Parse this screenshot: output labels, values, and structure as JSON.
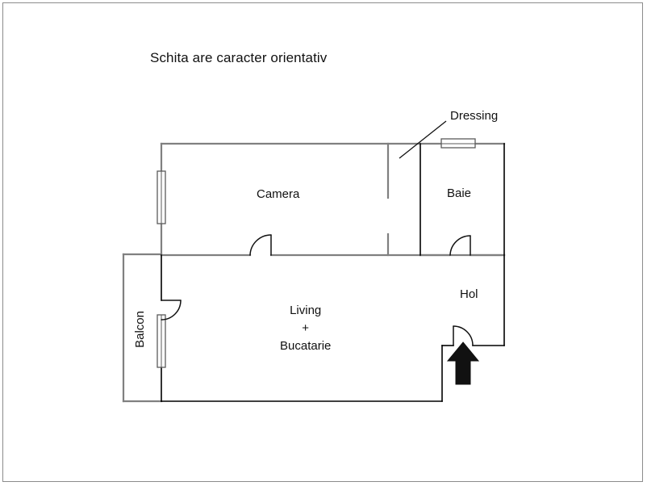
{
  "document": {
    "type": "floor-plan-sketch",
    "title": "Schita are caracter orientativ",
    "border_color": "#8c8c8c",
    "background_color": "#ffffff"
  },
  "rooms": [
    {
      "id": "camera",
      "label": "Camera"
    },
    {
      "id": "baie",
      "label": "Baie"
    },
    {
      "id": "hol",
      "label": "Hol"
    },
    {
      "id": "living",
      "label_line1": "Living",
      "label_line2": "+",
      "label_line3": "Bucatarie"
    },
    {
      "id": "balcon",
      "label": "Balcon",
      "orientation": "vertical"
    }
  ],
  "annotations": [
    {
      "id": "dressing",
      "label": "Dressing",
      "leader": true
    }
  ],
  "colors": {
    "wall_outer": "#000000",
    "wall_inner": "#808080",
    "window_frame": "#5a5a5a",
    "entrance_arrow": "#111111",
    "text": "#111111"
  },
  "symbols": {
    "entrance_arrow": "entrance-arrow-up",
    "door_swing": "door-swing-arc",
    "window": "window-double-line"
  }
}
